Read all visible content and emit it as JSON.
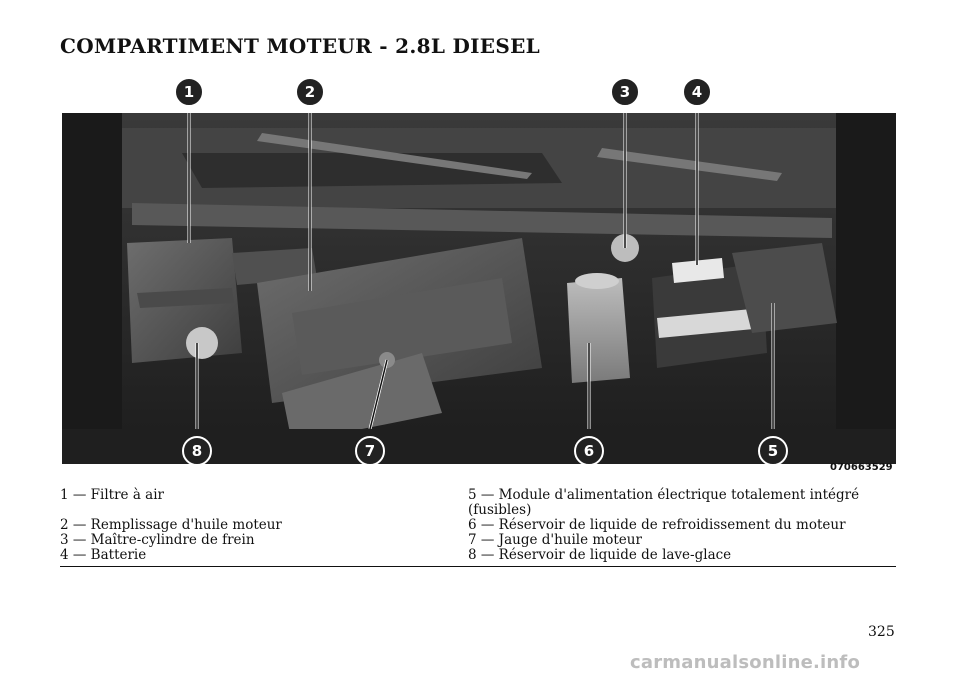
{
  "page": {
    "title": "COMPARTIMENT MOTEUR - 2.8L DIESEL",
    "page_number": "325",
    "figure_id": "070663529",
    "watermark": "carmanualsonline.info"
  },
  "callouts": {
    "c1": "1",
    "c2": "2",
    "c3": "3",
    "c4": "4",
    "c5": "5",
    "c6": "6",
    "c7": "7",
    "c8": "8"
  },
  "legend": {
    "left": [
      "1 — Filtre à air",
      "",
      "2 — Remplissage d'huile moteur",
      "3 — Maître-cylindre de frein",
      "4 — Batterie"
    ],
    "right": [
      "5 — Module d'alimentation électrique totalement intégré (fusibles)",
      "6 — Réservoir de liquide de refroidissement du moteur",
      "7 — Jauge d'huile moteur",
      "8 — Réservoir de liquide de lave-glace"
    ]
  },
  "colors": {
    "photo_dark": "#2b2b2b",
    "photo_mid": "#5a5a5a",
    "photo_light": "#9a9a9a",
    "callout_bg": "#222222"
  }
}
